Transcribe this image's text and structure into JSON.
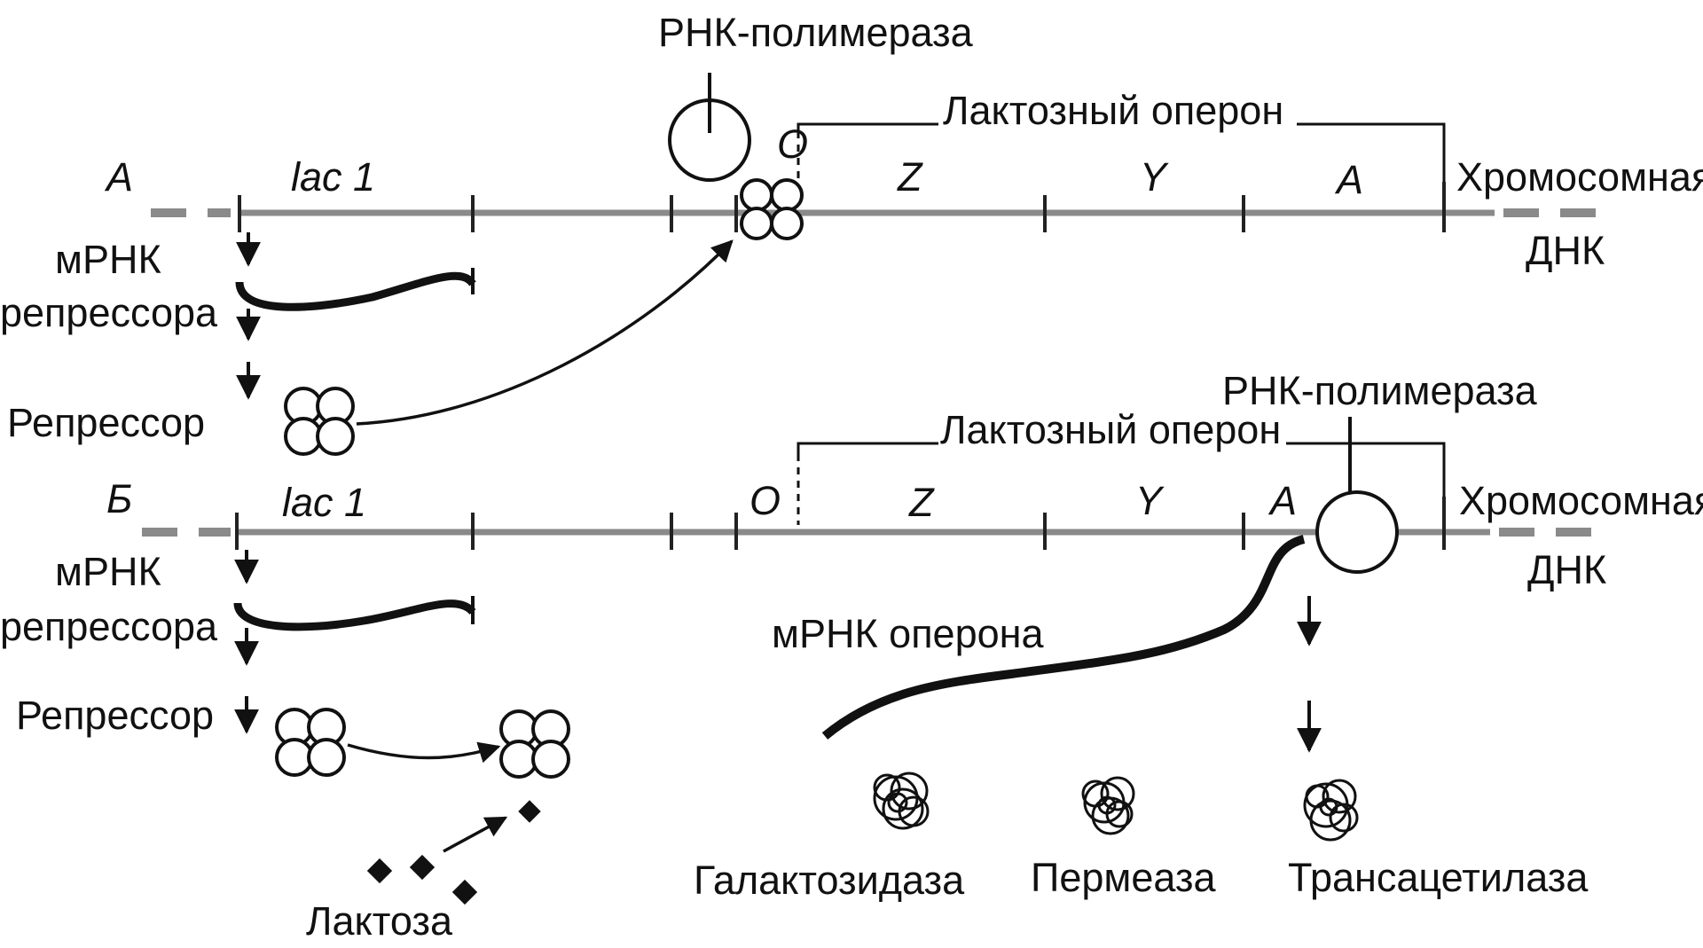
{
  "panel_a": {
    "letter": "А",
    "gene_label": "lac 1",
    "polymerase_label": "РНК-полимераза",
    "operon_label": "Лактозный оперон",
    "operator": "O",
    "genes": [
      "Z",
      "Y",
      "A"
    ],
    "chromosome_label_1": "Хромосомная",
    "chromosome_label_2": "ДНК",
    "mrna_label_1": "мРНК",
    "mrna_label_2": "репрессора",
    "repressor_label": "Репрессор"
  },
  "panel_b": {
    "letter": "Б",
    "gene_label": "lac 1",
    "polymerase_label": "РНК-полимераза",
    "operon_label": "Лактозный оперон",
    "operator": "O",
    "genes": [
      "Z",
      "Y",
      "A"
    ],
    "chromosome_label_1": "Хромосомная",
    "chromosome_label_2": "ДНК",
    "mrna_label_1": "мРНК",
    "mrna_label_2": "репрессора",
    "repressor_label": "Репрессор",
    "operon_mrna_label": "мРНК оперона",
    "lactose_label": "Лактоза",
    "proteins": [
      "Галактозидаза",
      "Пермеаза",
      "Трансацетилаза"
    ]
  }
}
